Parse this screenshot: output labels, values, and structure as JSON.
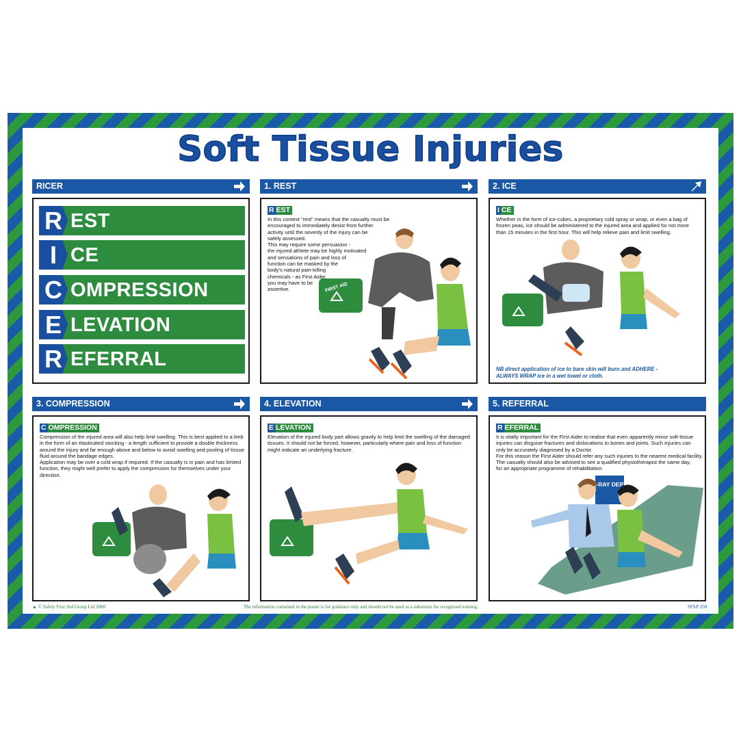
{
  "title": "Soft Tissue Injuries",
  "panels": {
    "ricer": {
      "header": "RICER",
      "rows": [
        {
          "letter": "R",
          "rest": "EST"
        },
        {
          "letter": "I",
          "rest": "CE"
        },
        {
          "letter": "C",
          "rest": "OMPRESSION"
        },
        {
          "letter": "E",
          "rest": "LEVATION"
        },
        {
          "letter": "R",
          "rest": "EFERRAL"
        }
      ]
    },
    "rest": {
      "header": "1. REST",
      "tag_letter": "R",
      "tag_rest": "EST",
      "text": "In this context “rest” means that the casualty must be\nencouraged to immediately desist from further\nactivity until the severity of the injury can be\nsafely assessed.\nThis may require some persuasion -\nthe injured athlete may be highly motivated\nand sensations of pain and loss of\nfunction can be masked by the\nbody’s natural pain-killing\nchemicals - as First Aider\nyou may have to be\nassertive."
    },
    "ice": {
      "header": "2. ICE",
      "tag_letter": "I",
      "tag_rest": "CE",
      "text": "Whether in the form of ice-cubes, a proprietary cold spray or wrap, or even a bag of\nfrozen peas, ice should be administered to the injured area and applied for not more\nthan 15 minutes in the first hour. This will help relieve pain and limit swelling.",
      "note": "NB direct application of ice to bare skin will burn and ADHERE -\nALWAYS WRAP ice in a wet towel or cloth."
    },
    "compression": {
      "header": "3. COMPRESSION",
      "tag_letter": "C",
      "tag_rest": "OMPRESSION",
      "text": "Compression of the injured area will also help limit swelling. This is best applied to a limb\nin the form of an elasticated stocking - a length sufficient to provide a double thickness\naround the injury and far enough above and below to avoid swelling and pooling of tissue\nfluid around the bandage edges.\nApplication may be over a cold wrap if required. If the casualty is in pain and has limited\nfunction, they might well prefer to apply the compression for themselves under your\ndirection."
    },
    "elevation": {
      "header": "4. ELEVATION",
      "tag_letter": "E",
      "tag_rest": "LEVATION",
      "text": "Elevation of the injured body part allows gravity to help limit the swelling of the damaged\ntissues. It should not be forced, however, particularly where pain and loss of function\nmight indicate an underlying fracture."
    },
    "referral": {
      "header": "5. REFERRAL",
      "tag_letter": "R",
      "tag_rest": "EFERRAL",
      "text": "It is vitally important for the First Aider to realise that even apparently minor soft-tissue\ninjuries can disguise fractures and dislocations to bones and joints. Such injuries can\nonly be accurately diagnosed by a Doctor.\nFor this reason the First Aider should refer any such injuries to the nearest medical facility.\nThe casualty should also be advised to see a qualified physiotherapist the same day,\nfor an appropriate programme of rehabilitation.",
      "sign": "X-RAY DEPT"
    }
  },
  "kit_label": "FIRST AID",
  "footer": {
    "copyright": "© Safety First Aid Group Ltd 2008",
    "disclaimer": "The information contained in the poster is for guidance only and should not be used as  a substitute for recognised training.",
    "code": "SFAP 250"
  },
  "colors": {
    "blue": "#1a57a5",
    "green": "#2d8c3e",
    "title": "#1a4f9f"
  },
  "icons": [
    "arrow-right-icon",
    "arrow-up-right-icon",
    "first-aid-cross-icon"
  ]
}
